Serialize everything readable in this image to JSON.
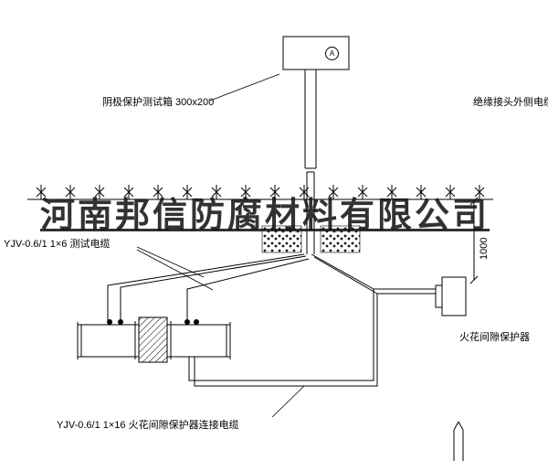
{
  "watermark": {
    "text": "河南邦信防腐材料有限公司"
  },
  "labels": {
    "test_box": "阴极保护测试箱 300x200",
    "insulating_joint_cable": "绝缘接头外侧电缆",
    "test_cable": "YJV-0.6/1  1×6   测试电缆",
    "spark_gap_protector": "火花间隙保护器",
    "spark_gap_cable": "YJV-0.6/1  1×16   火花间隙保护器连接电缆",
    "dimension": "1000",
    "meter": "A"
  },
  "colors": {
    "line": "#000000",
    "watermark": "#161616",
    "background": "#ffffff"
  }
}
